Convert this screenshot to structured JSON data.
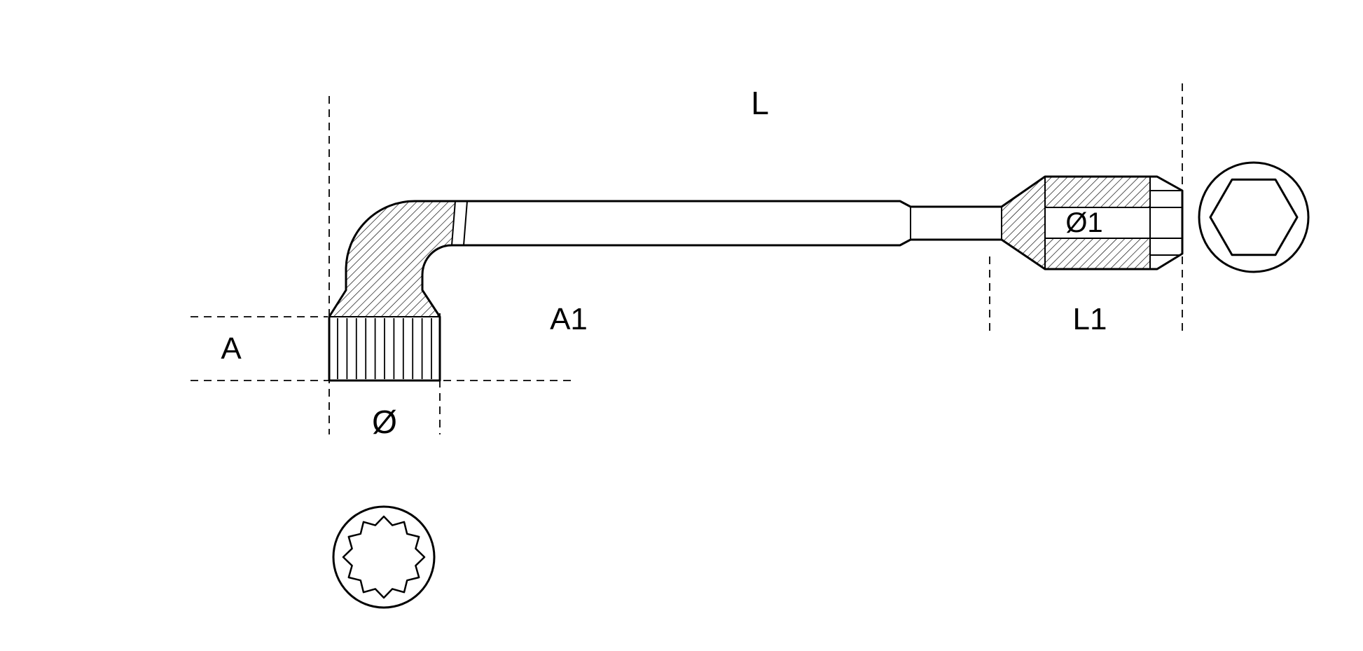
{
  "drawing": {
    "subject": "angled-socket-wrench-technical-diagram",
    "colors": {
      "line": "#000000",
      "background": "#ffffff"
    },
    "labels": {
      "length_total": "L",
      "a": "A",
      "a1": "A1",
      "diameter": "Ø",
      "diameter1": "Ø1",
      "l1": "L1"
    }
  }
}
